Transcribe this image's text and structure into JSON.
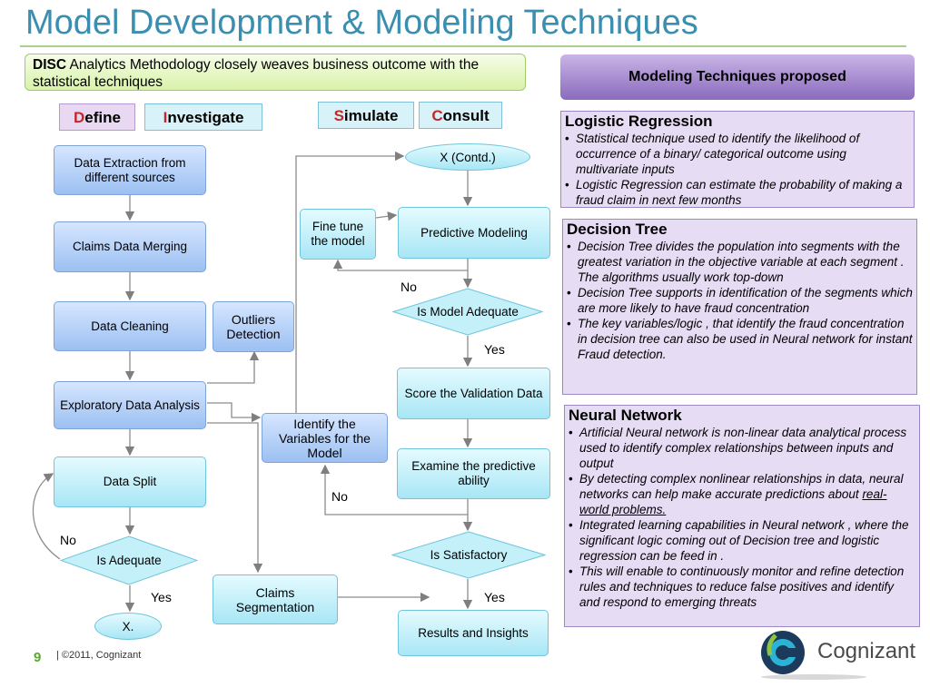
{
  "title": "Model Development & Modeling Techniques",
  "disc": {
    "bold": "DISC",
    "text": " Analytics Methodology closely weaves business outcome with the statistical techniques"
  },
  "phases": [
    {
      "first": "D",
      "rest": "efine"
    },
    {
      "first": "I",
      "rest": "nvestigate"
    },
    {
      "first": "S",
      "rest": "imulate"
    },
    {
      "first": "C",
      "rest": "onsult"
    }
  ],
  "flow": {
    "data_extraction": "Data Extraction from different sources",
    "claims_merging": "Claims Data Merging",
    "data_cleaning": "Data Cleaning",
    "outliers": "Outliers Detection",
    "eda": "Exploratory Data Analysis",
    "data_split": "Data Split",
    "is_adequate": "Is  Adequate",
    "x_end": "X.",
    "identify_vars": "Identify the Variables for the Model",
    "claims_seg": "Claims Segmentation",
    "x_contd": "X (Contd.)",
    "fine_tune": "Fine tune the model",
    "predictive": "Predictive Modeling",
    "is_model_adequate": "Is Model Adequate",
    "score_validation": "Score the Validation Data",
    "examine": "Examine the predictive ability",
    "is_satisfactory": "Is Satisfactory",
    "results": "Results and Insights",
    "no": "No",
    "yes": "Yes"
  },
  "techniques": {
    "header": "Modeling Techniques proposed",
    "logistic": {
      "title": "Logistic Regression",
      "bullets": [
        "Statistical technique  used to identify the likelihood of occurrence of a binary/ categorical outcome using multivariate inputs",
        "Logistic Regression can estimate the probability of making  a fraud claim in next few months"
      ]
    },
    "tree": {
      "title": "Decision Tree",
      "bullets": [
        "Decision Tree divides the population into segments with the greatest variation in the objective variable at each segment . The algorithms usually work top-down",
        "Decision Tree supports in identification of the segments which are more likely to have fraud concentration",
        "The  key variables/logic , that identify the fraud concentration in decision tree can  also be used in Neural network for instant Fraud detection."
      ]
    },
    "neural": {
      "title": "Neural Network",
      "bullets": [
        "Artificial Neural network is non-linear data analytical  process used to identify complex relationships between inputs and output",
        "By detecting complex nonlinear relationships in data, neural networks can help make accurate predictions about ",
        "Integrated learning capabilities in Neural network , where the significant logic coming out of Decision tree and logistic regression can be feed in .",
        "This will enable to continuously monitor and refine detection rules and techniques to reduce false positives and identify and respond to emerging threats"
      ],
      "underlined": "real-world problems."
    }
  },
  "footer": {
    "page": "9",
    "copyright": "|  ©2011, Cognizant"
  },
  "logo_text": "Cognizant",
  "colors": {
    "title": "#3a8fb0",
    "accent_red": "#c0282a",
    "panel": "#e6dcf4",
    "header_purple": "#8a6bbd"
  }
}
